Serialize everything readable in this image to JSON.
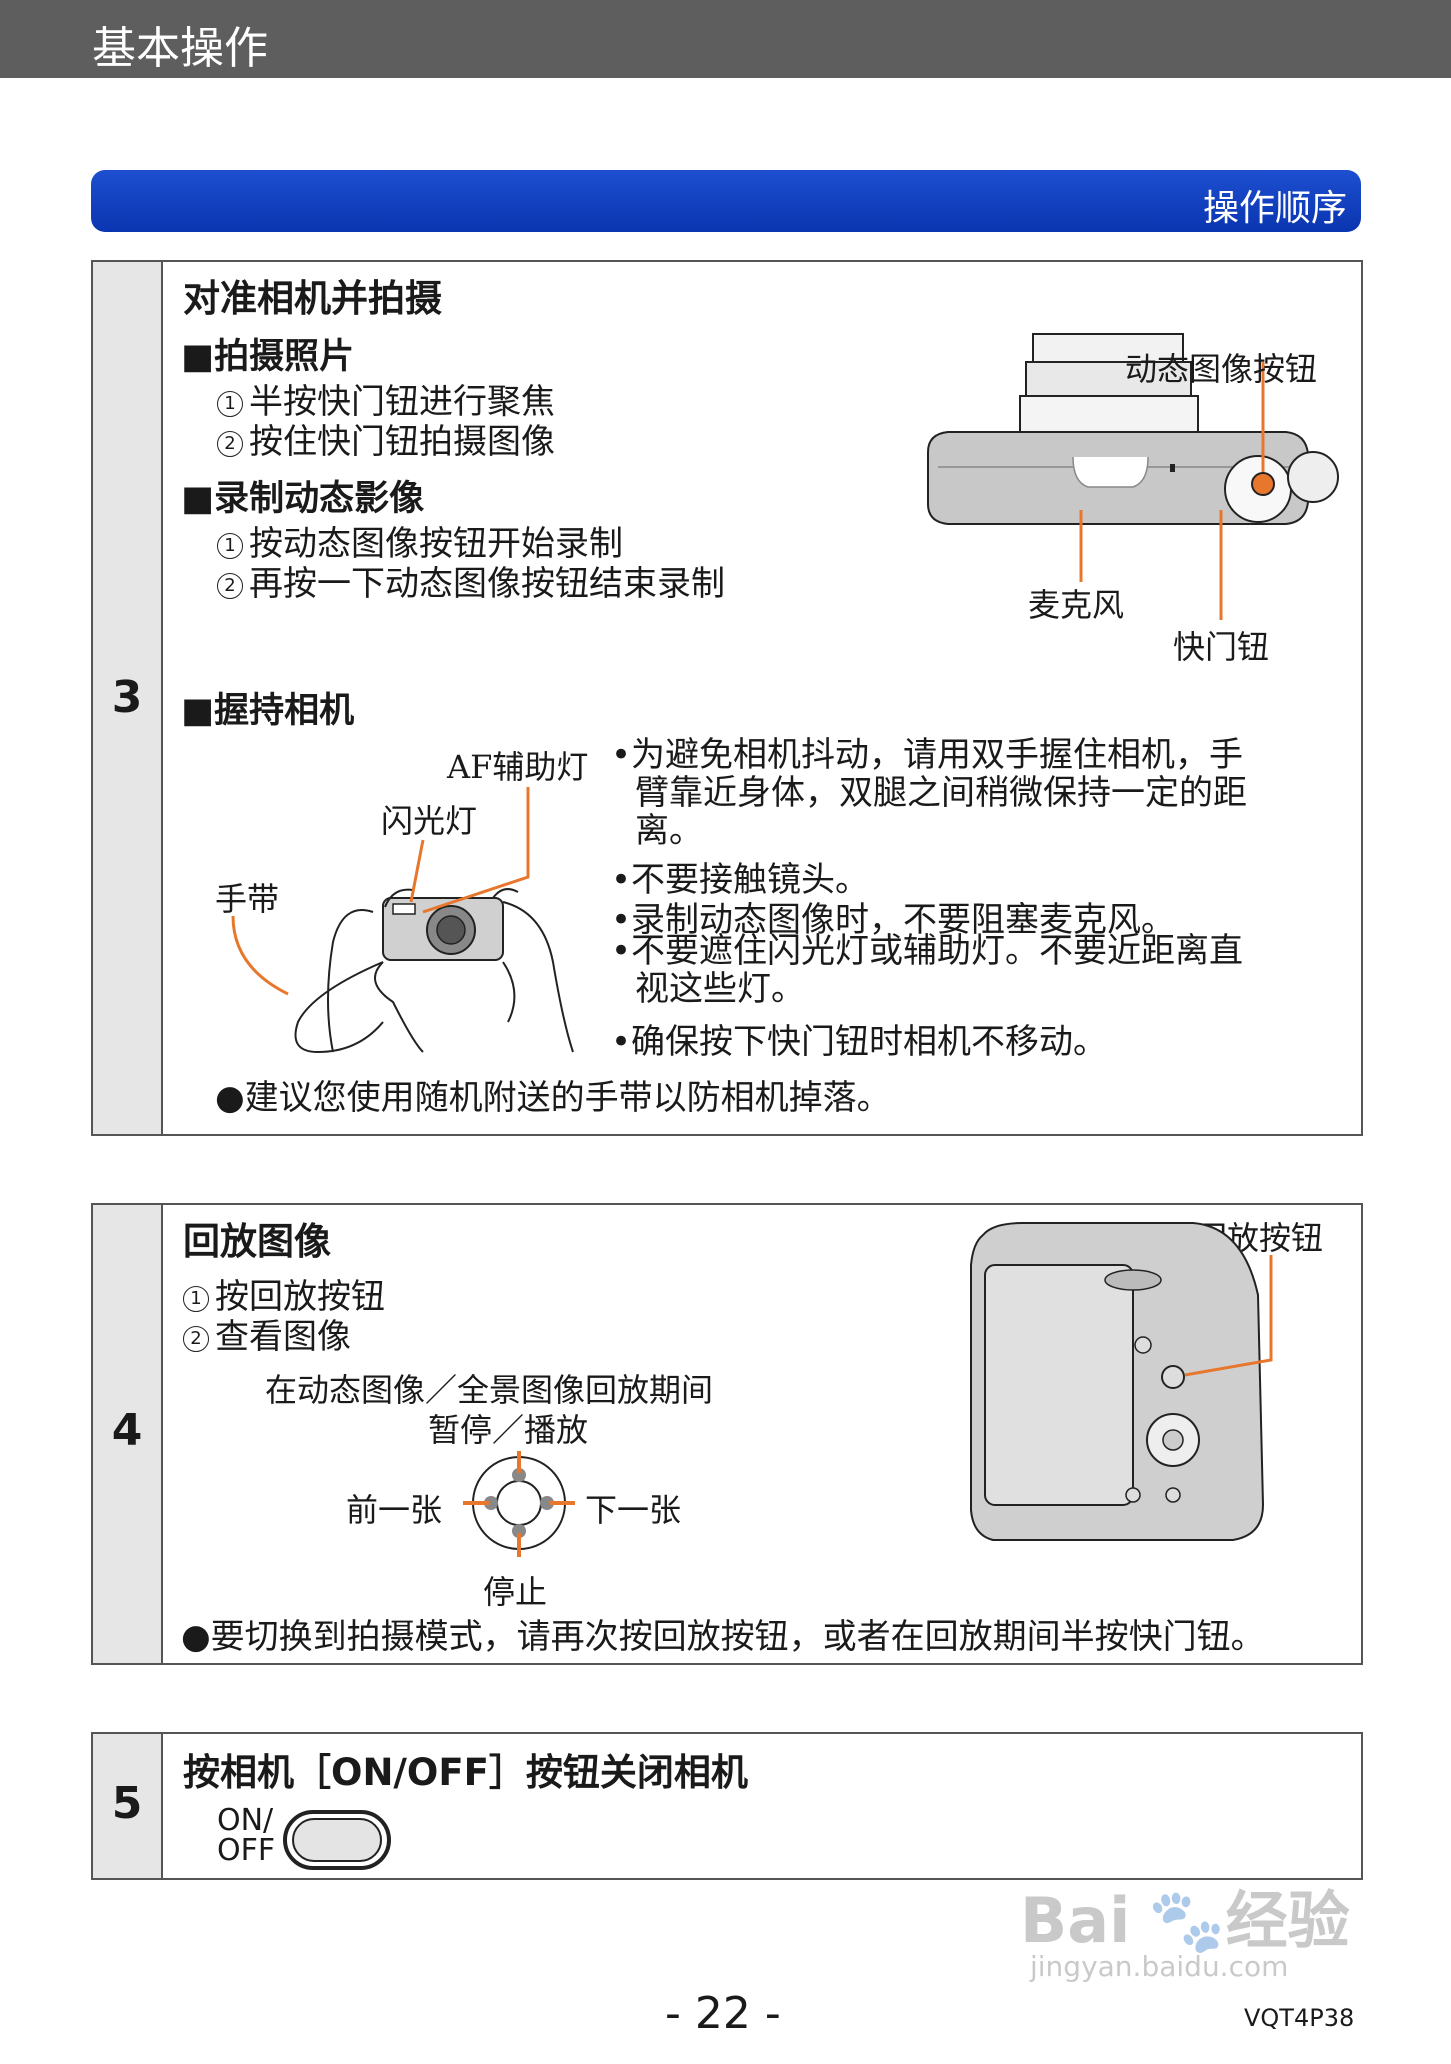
{
  "header": {
    "section_title": "基本操作"
  },
  "banner": {
    "title": "操作顺序"
  },
  "step3": {
    "number": "3",
    "title": "对准相机并拍摄",
    "shoot": {
      "heading": "■拍摄照片",
      "items": [
        {
          "mark": "1",
          "text": "半按快门钮进行聚焦"
        },
        {
          "mark": "2",
          "text": "按住快门钮拍摄图像"
        }
      ]
    },
    "record": {
      "heading": "■录制动态影像",
      "items": [
        {
          "mark": "1",
          "text": "按动态图像按钮开始录制"
        },
        {
          "mark": "2",
          "text": "再按一下动态图像按钮结束录制"
        }
      ]
    },
    "camera_top_labels": {
      "motion_button": "动态图像按钮",
      "microphone": "麦克风",
      "shutter": "快门钮"
    },
    "hold": {
      "heading": "■握持相机",
      "labels": {
        "af_lamp": "AF辅助灯",
        "flash": "闪光灯",
        "strap": "手带"
      },
      "bullets": [
        [
          "•为避免相机抖动，请用双手握住相机，手",
          " 臂靠近身体，双腿之间稍微保持一定的距",
          " 离。"
        ],
        [
          "•不要接触镜头。"
        ],
        [
          "•录制动态图像时，不要阻塞麦克风。"
        ],
        [
          "•不要遮住闪光灯或辅助灯。不要近距离直",
          " 视这些灯。"
        ],
        [
          "•确保按下快门钮时相机不移动。"
        ]
      ],
      "note": "●建议您使用随机附送的手带以防相机掉落。"
    }
  },
  "step4": {
    "number": "4",
    "title": "回放图像",
    "items": [
      {
        "mark": "1",
        "text": "按回放按钮"
      },
      {
        "mark": "2",
        "text": "查看图像"
      }
    ],
    "playback_button_label": "回放按钮",
    "dpad": {
      "caption_line1": "在动态图像／全景图像回放期间",
      "caption_line2": "暂停／播放",
      "left": "前一张",
      "right": "下一张",
      "down": "停止"
    },
    "note": "●要切换到拍摄模式，请再次按回放按钮，或者在回放期间半按快门钮。"
  },
  "step5": {
    "number": "5",
    "title": "按相机［ON/OFF］按钮关闭相机",
    "button_label_line1": "ON/",
    "button_label_line2": "OFF"
  },
  "footer": {
    "page": "- 22 -",
    "code": "VQT4P38"
  },
  "watermark": {
    "line1": "Bai",
    "line2": "经验",
    "line3": "jingyan.baidu.com"
  },
  "colors": {
    "banner": "#0a35b0",
    "callout": "#e8772e",
    "header": "#5e5e5e"
  }
}
